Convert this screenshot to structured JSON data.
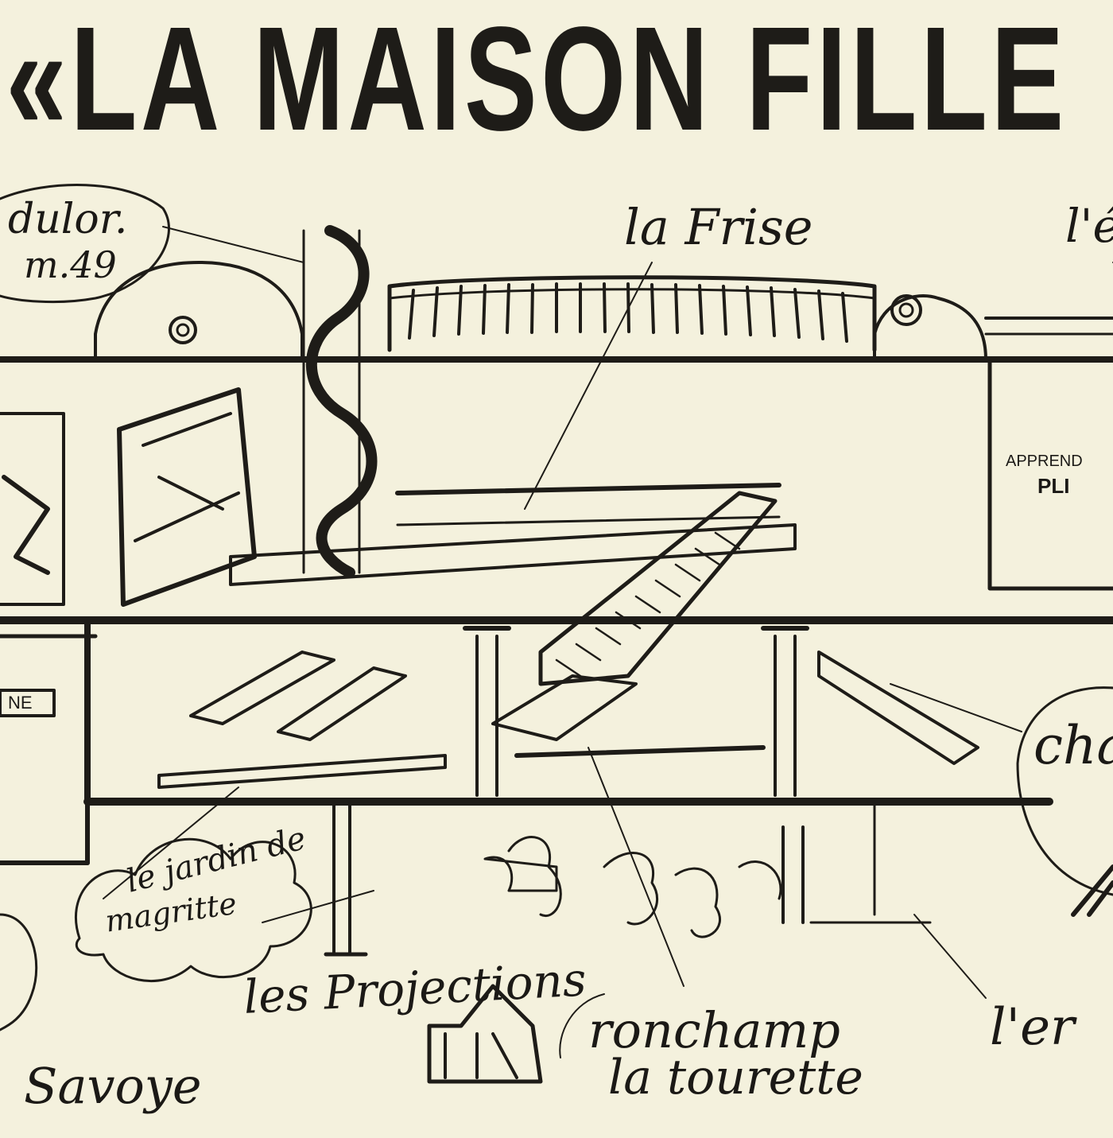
{
  "title": "«LA MAISON FILLE",
  "labels": {
    "modulor": "dulor.",
    "modulor_height": "m.49",
    "frise": "la Frise",
    "top_right": "l'é",
    "chair": "cha",
    "jardin": "le jardin de",
    "magritte": "magritte",
    "projections": "les Projections",
    "ronchamp": "ronchamp",
    "tourette": "la tourette",
    "savoye": "Savoye",
    "right_bottom": "l'er"
  },
  "signs": {
    "apprendre": "APPREND",
    "pli": "PLI",
    "ne": "NE"
  },
  "colors": {
    "paper": "#f4f1dd",
    "ink": "#1e1c18"
  }
}
